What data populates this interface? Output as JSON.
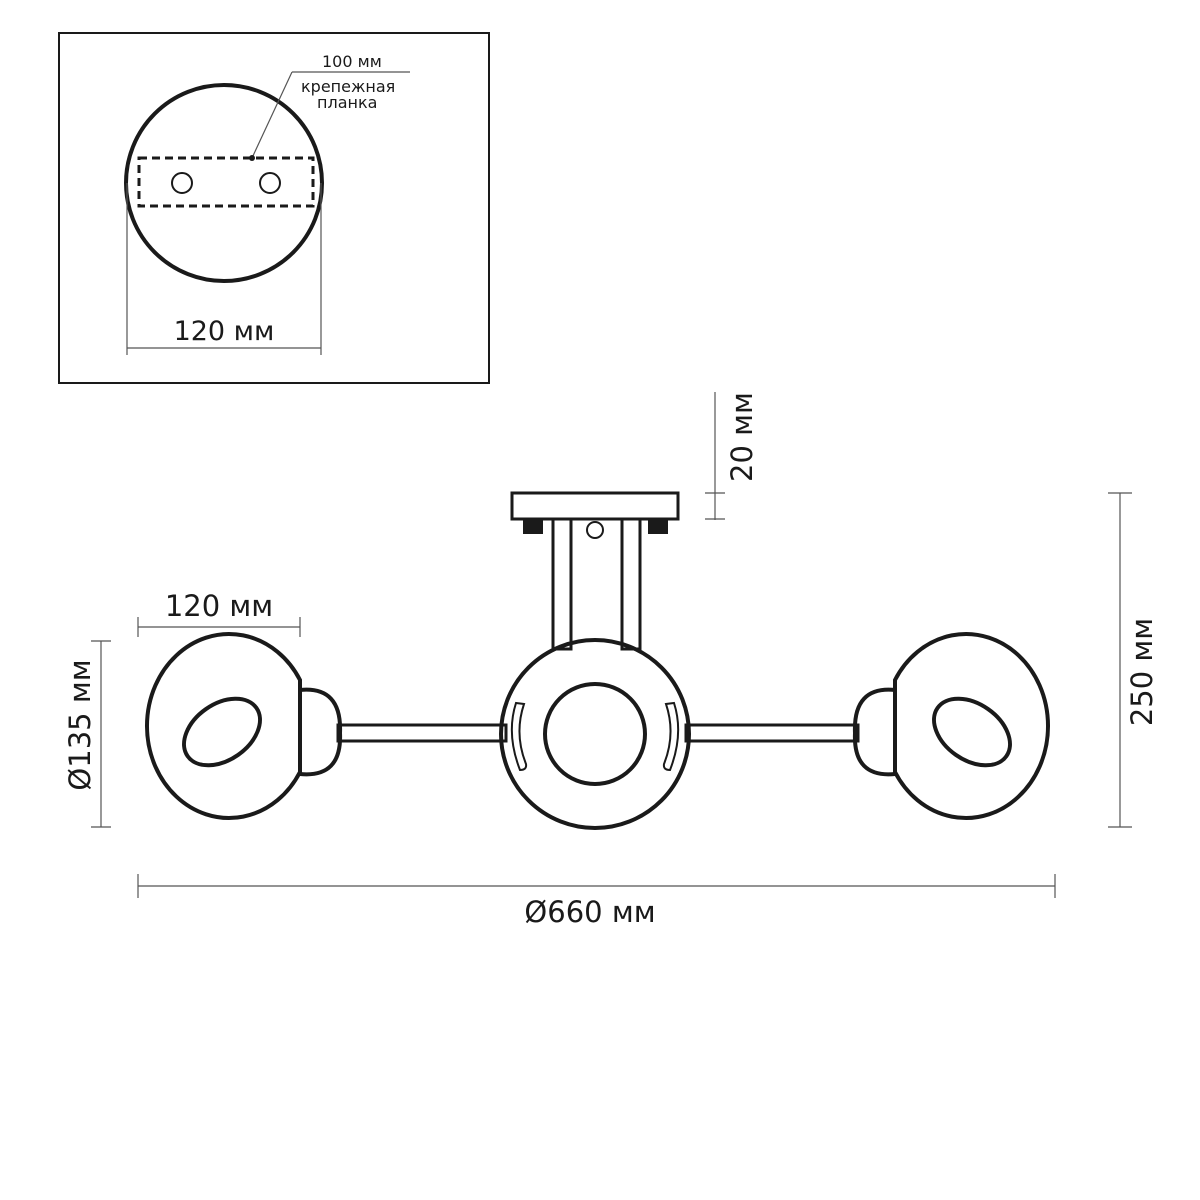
{
  "inset": {
    "plate_label": "100 мм",
    "callout_line1": "крепежная",
    "callout_line2": "планка",
    "canopy_diameter": "120 мм"
  },
  "main": {
    "canopy_height": "20 мм",
    "shade_width": "120 мм",
    "shade_diameter": "Ø135 мм",
    "total_height": "250 мм",
    "total_diameter": "Ø660 мм"
  },
  "colors": {
    "ink": "#1a1a1a",
    "dimension": "#555555",
    "background": "#ffffff"
  }
}
